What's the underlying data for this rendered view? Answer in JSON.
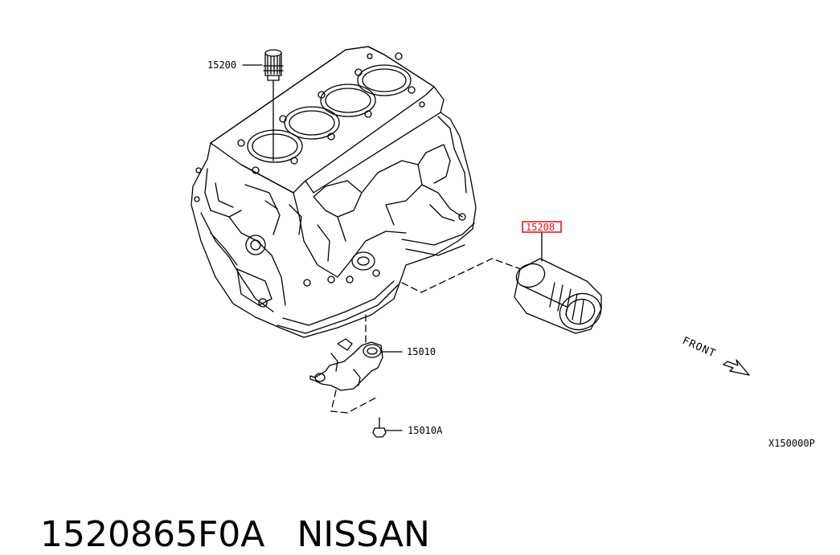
{
  "parts": {
    "oil_strainer": "15200",
    "oil_filter": "15208",
    "oil_pump": "15010",
    "pump_bolt": "15010A"
  },
  "front_marker": "FRONT",
  "diagram_code": "X150000P",
  "caption": {
    "part_number": "1520865F0A",
    "brand": "NISSAN"
  },
  "highlight_color": "#e8141c"
}
